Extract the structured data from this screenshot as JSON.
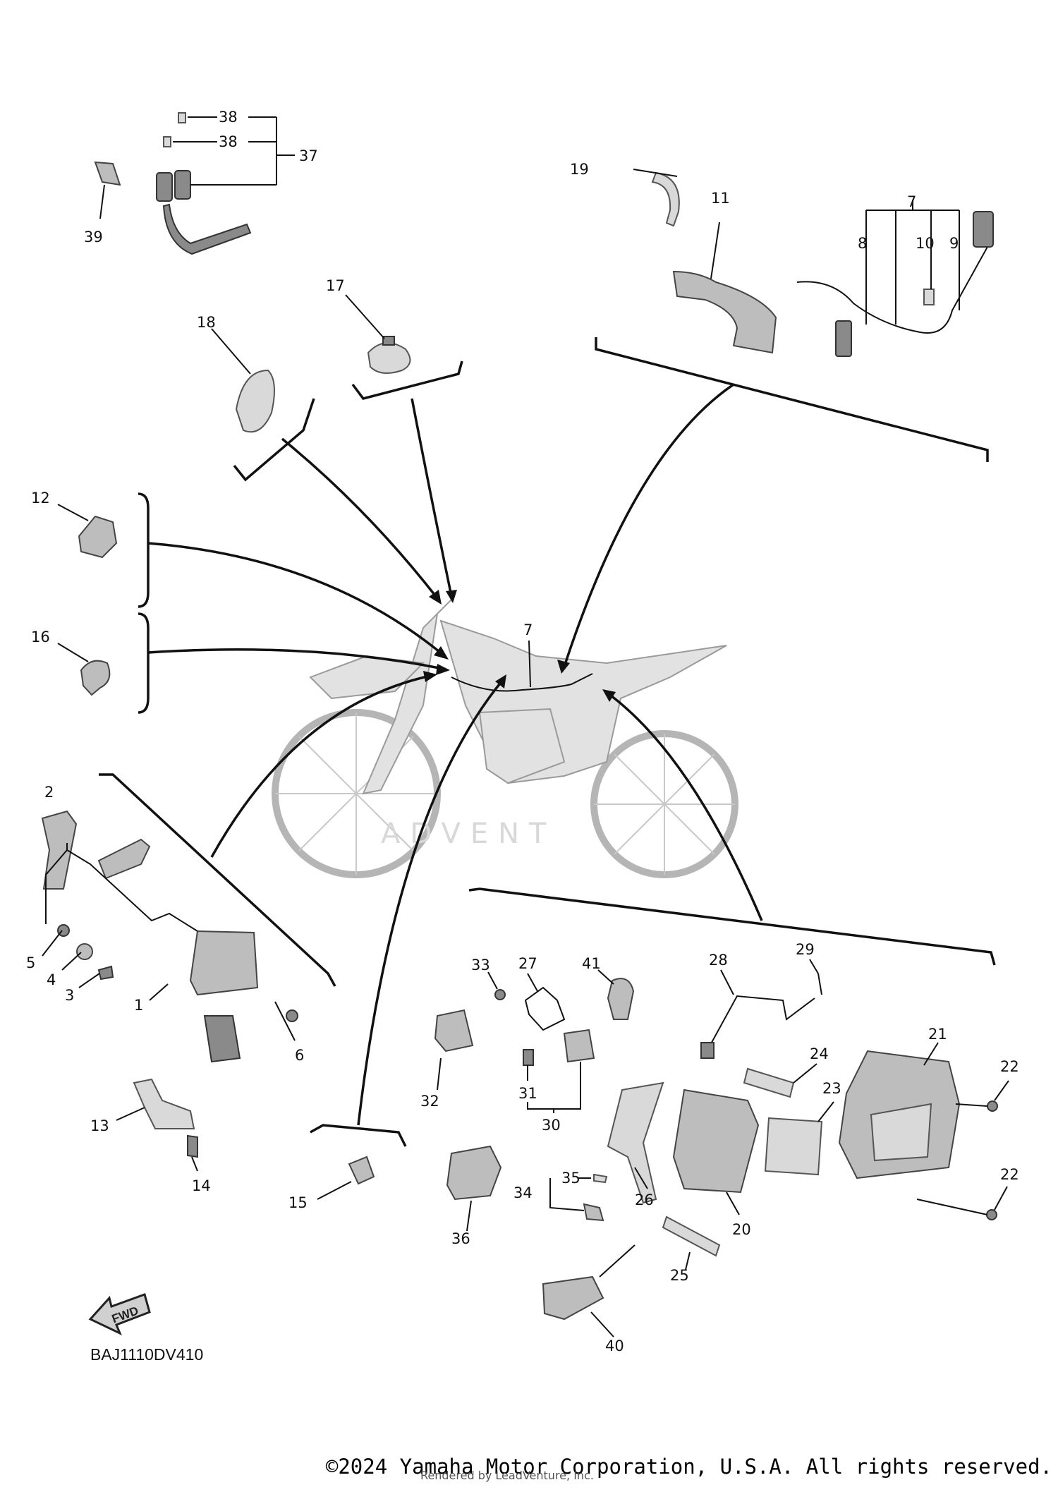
{
  "diagram": {
    "code": "BAJ1110DV410",
    "fwd_label": "FWD",
    "watermark": "ADVENT",
    "main_callout": "7",
    "callouts": [
      "38",
      "38",
      "37",
      "39",
      "19",
      "11",
      "7",
      "8",
      "10",
      "9",
      "17",
      "18",
      "12",
      "16",
      "2",
      "5",
      "4",
      "3",
      "1",
      "6",
      "13",
      "14",
      "15",
      "33",
      "27",
      "41",
      "28",
      "29",
      "24",
      "21",
      "22",
      "23",
      "32",
      "31",
      "30",
      "26",
      "20",
      "22",
      "35",
      "34",
      "36",
      "25",
      "40"
    ]
  },
  "footer": {
    "copyright": "©2024 Yamaha Motor Corporation, U.S.A. All rights reserved.",
    "rendered_by": "Rendered by LeadVenture, Inc."
  }
}
